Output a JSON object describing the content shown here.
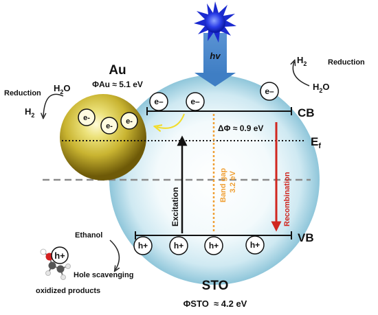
{
  "diagram": {
    "light": {
      "label": "hv"
    },
    "au": {
      "title": "Au",
      "work_function": "ΦAu ≈ 5.1 eV",
      "electrons": [
        "e-",
        "e-",
        "e-"
      ]
    },
    "sto": {
      "title": "STO",
      "work_function": "ΦSTO  ≈ 4.2 eV"
    },
    "bands": {
      "cb_label": "CB",
      "vb_label": "VB",
      "fermi_label": "E",
      "fermi_sub": "f",
      "delta_phi": "ΔΦ ≈ 0.9 eV"
    },
    "cb_electrons": [
      "e–",
      "e–",
      "e–"
    ],
    "vb_holes": [
      "h+",
      "h+",
      "h+",
      "h+"
    ],
    "arrows": {
      "excitation": "Excitation",
      "band_gap_line1": "Band gap",
      "band_gap_line2": "3.2 eV",
      "recombination": "Recombination"
    },
    "left_reduction": {
      "label": "Reduction",
      "reactant": "H",
      "reactant_sub": "2",
      "reactant_end": "O",
      "product": "H",
      "product_sub": "2"
    },
    "right_reduction": {
      "label": "Reduction",
      "product": "H",
      "product_sub": "2",
      "reactant": "H",
      "reactant_sub": "2",
      "reactant_end": "O"
    },
    "hole_scavenging": {
      "ethanol": "Ethanol",
      "hole": "h+",
      "label": "Hole scavenging",
      "products": "oxidized products"
    },
    "colors": {
      "light_blue": "#4a86c8",
      "sun": "#1f2fe0",
      "au_gold": "#b8a226",
      "sto_shell": "#a9d6e6",
      "recombination": "#d0261f",
      "band_gap": "#f0a035",
      "yellow_arrow": "#f2dd2c"
    }
  }
}
